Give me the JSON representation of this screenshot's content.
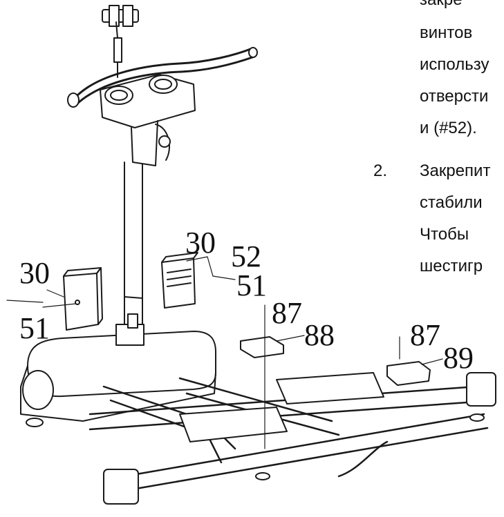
{
  "instructions": {
    "partial_top": "закре",
    "step1_lines": [
      "винтов",
      "использу",
      "отверсти",
      "и (#52)."
    ],
    "step2_number": "2.",
    "step2_lines": [
      "Закрепит",
      "стабили",
      "Чтобы",
      "шестигр"
    ]
  },
  "callouts": {
    "left_30": "30",
    "left_51": "51",
    "right_30": "30",
    "right_52": "52",
    "right_51": "51",
    "center_87": "87",
    "center_88": "88",
    "right_87": "87",
    "right_89": "89"
  }
}
